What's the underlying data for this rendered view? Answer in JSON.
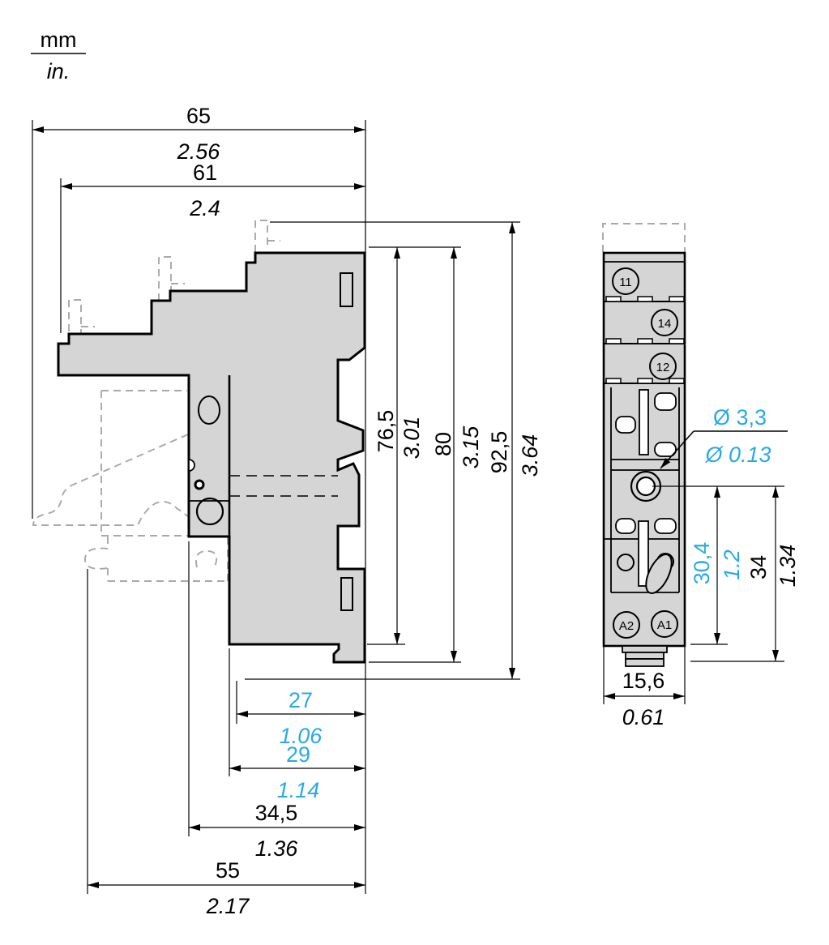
{
  "legend": {
    "numerator": "mm",
    "denominator": "in."
  },
  "side_view": {
    "dim_65": {
      "mm": "65",
      "in": "2.56"
    },
    "dim_61": {
      "mm": "61",
      "in": "2.4"
    },
    "dim_76_5": {
      "mm": "76,5",
      "in": "3.01"
    },
    "dim_80": {
      "mm": "80",
      "in": "3.15"
    },
    "dim_92_5": {
      "mm": "92,5",
      "in": "3.64"
    },
    "dim_27": {
      "mm": "27",
      "in": "1.06"
    },
    "dim_29": {
      "mm": "29",
      "in": "1.14"
    },
    "dim_34_5": {
      "mm": "34,5",
      "in": "1.36"
    },
    "dim_55": {
      "mm": "55",
      "in": "2.17"
    }
  },
  "front_view": {
    "terminals": [
      "11",
      "14",
      "12",
      "A2",
      "A1"
    ],
    "dim_hole": {
      "mm": "Ø 3,3",
      "in": "Ø 0.13"
    },
    "dim_30_4": {
      "mm": "30,4",
      "in": "1.2"
    },
    "dim_34": {
      "mm": "34",
      "in": "1.34"
    },
    "dim_15_6": {
      "mm": "15,6",
      "in": "0.61"
    }
  },
  "colors": {
    "accent_cyan": "#29abe2",
    "body_fill": "#d5d5d5",
    "line": "#000000",
    "phantom": "#a8a8a8"
  }
}
